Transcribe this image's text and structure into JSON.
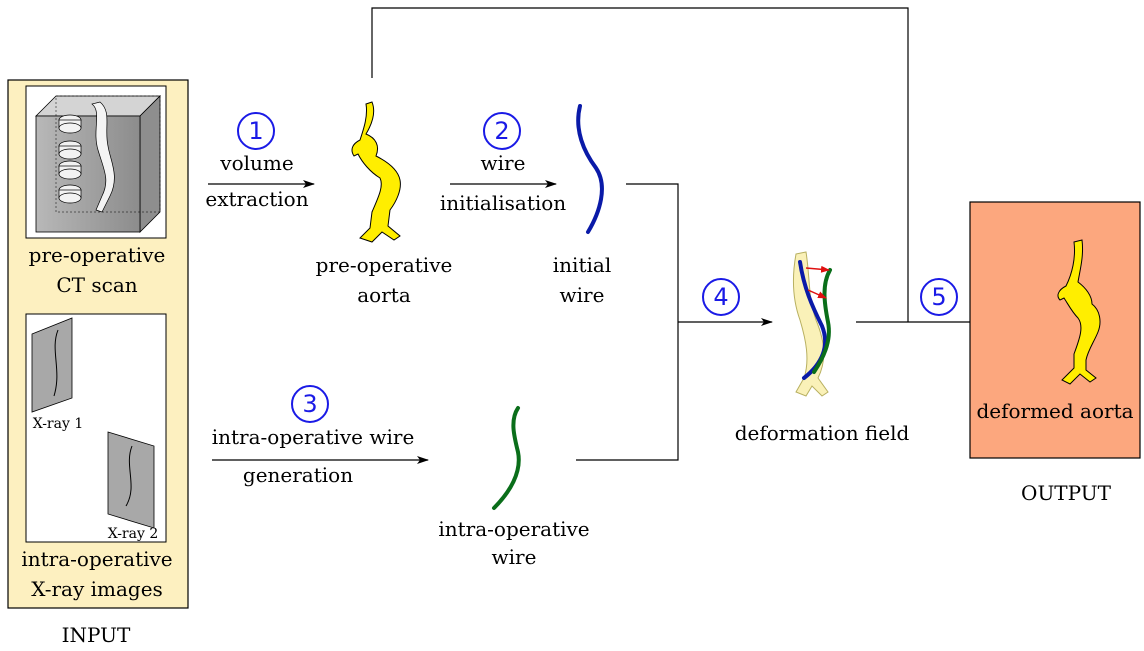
{
  "colors": {
    "input_panel": "#fdf0c0",
    "output_panel": "#fca77e",
    "step_circle": "#1a1ae6",
    "aorta_yellow": "#ffee00",
    "initial_wire": "#0a1aa8",
    "intraop_wire": "#0a6e1a",
    "field_arrow": "#e01010"
  },
  "input": {
    "ct_label_1": "pre-operative",
    "ct_label_2": "CT scan",
    "xray1_label": "X-ray 1",
    "xray2_label": "X-ray 2",
    "xray_label_1": "intra-operative",
    "xray_label_2": "X-ray images",
    "caption": "INPUT"
  },
  "steps": {
    "s1": {
      "number": "1",
      "line1": "volume",
      "line2": "extraction"
    },
    "s2": {
      "number": "2",
      "line1": "wire",
      "line2": "initialisation"
    },
    "s3": {
      "number": "3",
      "line1": "intra-operative wire",
      "line2": "generation"
    },
    "s4": {
      "number": "4"
    },
    "s5": {
      "number": "5"
    }
  },
  "nodes": {
    "preop_aorta_1": "pre-operative",
    "preop_aorta_2": "aorta",
    "initial_wire_1": "initial",
    "initial_wire_2": "wire",
    "intraop_wire_1": "intra-operative",
    "intraop_wire_2": "wire",
    "deformation_field": "deformation field"
  },
  "output": {
    "label": "deformed aorta",
    "caption": "OUTPUT"
  }
}
